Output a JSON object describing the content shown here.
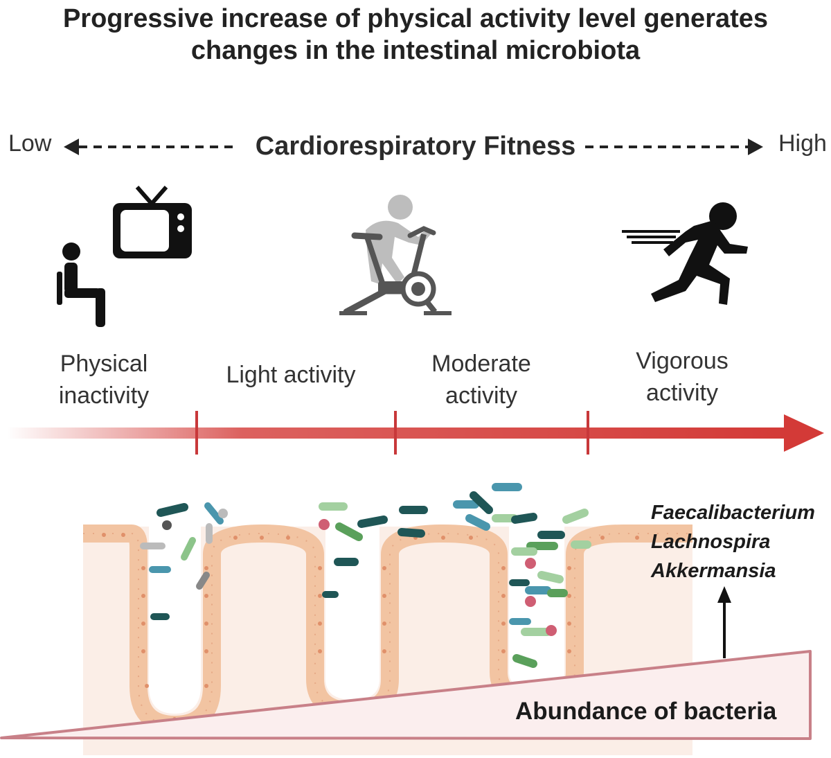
{
  "title": {
    "line1": "Progressive increase of physical activity level generates",
    "line2": "changes in the intestinal microbiota"
  },
  "fitness_scale": {
    "low": "Low",
    "label": "Cardiorespiratory Fitness",
    "high": "High"
  },
  "activity_levels": [
    {
      "line1": "Physical",
      "line2": "inactivity",
      "icon": "person-sitting-watching-tv-icon"
    },
    {
      "line1": "Light activity",
      "line2": "",
      "icon": "stationary-bike-icon"
    },
    {
      "line1": "Moderate",
      "line2": "activity",
      "icon": ""
    },
    {
      "line1": "Vigorous",
      "line2": "activity",
      "icon": "running-person-icon"
    }
  ],
  "bacteria_genera": [
    "Faecalibacterium",
    "Lachnospira",
    "Akkermansia"
  ],
  "abundance_label": "Abundance of bacteria",
  "colors": {
    "gradient_arrow": "#d33a37",
    "epithelium": "#f4c9a9",
    "tissue": "#fbeee7",
    "wedge_border": "#c88088",
    "bacteria": [
      "#1f5656",
      "#4a96ad",
      "#8cc48a",
      "#5aa05b",
      "#a9a9a9",
      "#cf5e73"
    ]
  }
}
